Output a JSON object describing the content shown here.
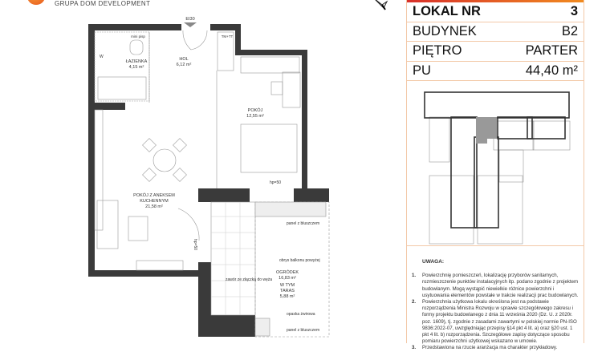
{
  "brand": {
    "name": "GRUPA DOM DEVELOPMENT"
  },
  "info": {
    "rows": [
      {
        "label": "LOKAL NR",
        "value": "3"
      },
      {
        "label": "BUDYNEK",
        "value": "B2"
      },
      {
        "label": "PIĘTRO",
        "value": "PARTER"
      },
      {
        "label": "PU",
        "value": "44,40 m²"
      }
    ]
  },
  "plan": {
    "entrance": "EI30",
    "tm": "TM+TT",
    "rooms": [
      {
        "name": "ŁAZIENKA",
        "area": "4,15 m²"
      },
      {
        "name": "HOL",
        "area": "6,12 m²"
      },
      {
        "name": "POKÓJ",
        "area": "12,55 m²"
      },
      {
        "name": "POKÓJ Z ANEKSEM",
        "name2": "KUCHENNYM",
        "area": "21,58 m²"
      },
      {
        "name": "OGRÓDEK",
        "area": "16,83 m²",
        "sub1": "W TYM",
        "sub2": "TARAS",
        "sub_area": "5,88 m²"
      }
    ],
    "labels": {
      "hp50a": "hp=50",
      "hp50b": "hp=50",
      "panel1": "panel z bluszczem",
      "balcony": "obrys balkonu powyżej",
      "valve": "zawór ze złączką do węża",
      "band": "opaska żwirowa",
      "panel2": "panel z bluszczem",
      "w": "W",
      "mini": "mini pisp"
    }
  },
  "notes": {
    "title": "UWAGA:",
    "items": [
      {
        "n": "1.",
        "text": "Powierzchnię pomieszczeń, lokalizację przyborów sanitarnych, rozmieszczenie punktów instalacyjnych itp. podano zgodnie z projektem budowlanym. Mogą wystąpić niewielkie różnice powierzchni i usytuowania elementów powstałe w trakcie realizacji prac budowlanych."
      },
      {
        "n": "2.",
        "text": "Powierzchnia użytkowa lokalu określona jest na podstawie rozporządzenia Ministra Rozwoju w sprawie szczegółowego zakresu i formy projektu budowlanego z dnia 11 września 2020 (Dz. U. z 2020r. poz. 1609), tj. zgodnie z zasadami zawartymi w polskiej normie PN-ISO 9836:2022-07, uwzględniając przepisy §14 pkt 4 lit. a) oraz §20 ust. 1 pkt 4 lit. b) rozporządzenia. Szczegółowe zapisy dotyczące sposobu pomiaru powierzchni użytkowej wskazano w umowie."
      },
      {
        "n": "3.",
        "text": "Przedstawiona na rzucie aranżacja ma charakter przykładowy."
      }
    ]
  },
  "colors": {
    "accent": "#e8541b",
    "wall": "#3a3a3a",
    "border": "#f3c9a8"
  }
}
